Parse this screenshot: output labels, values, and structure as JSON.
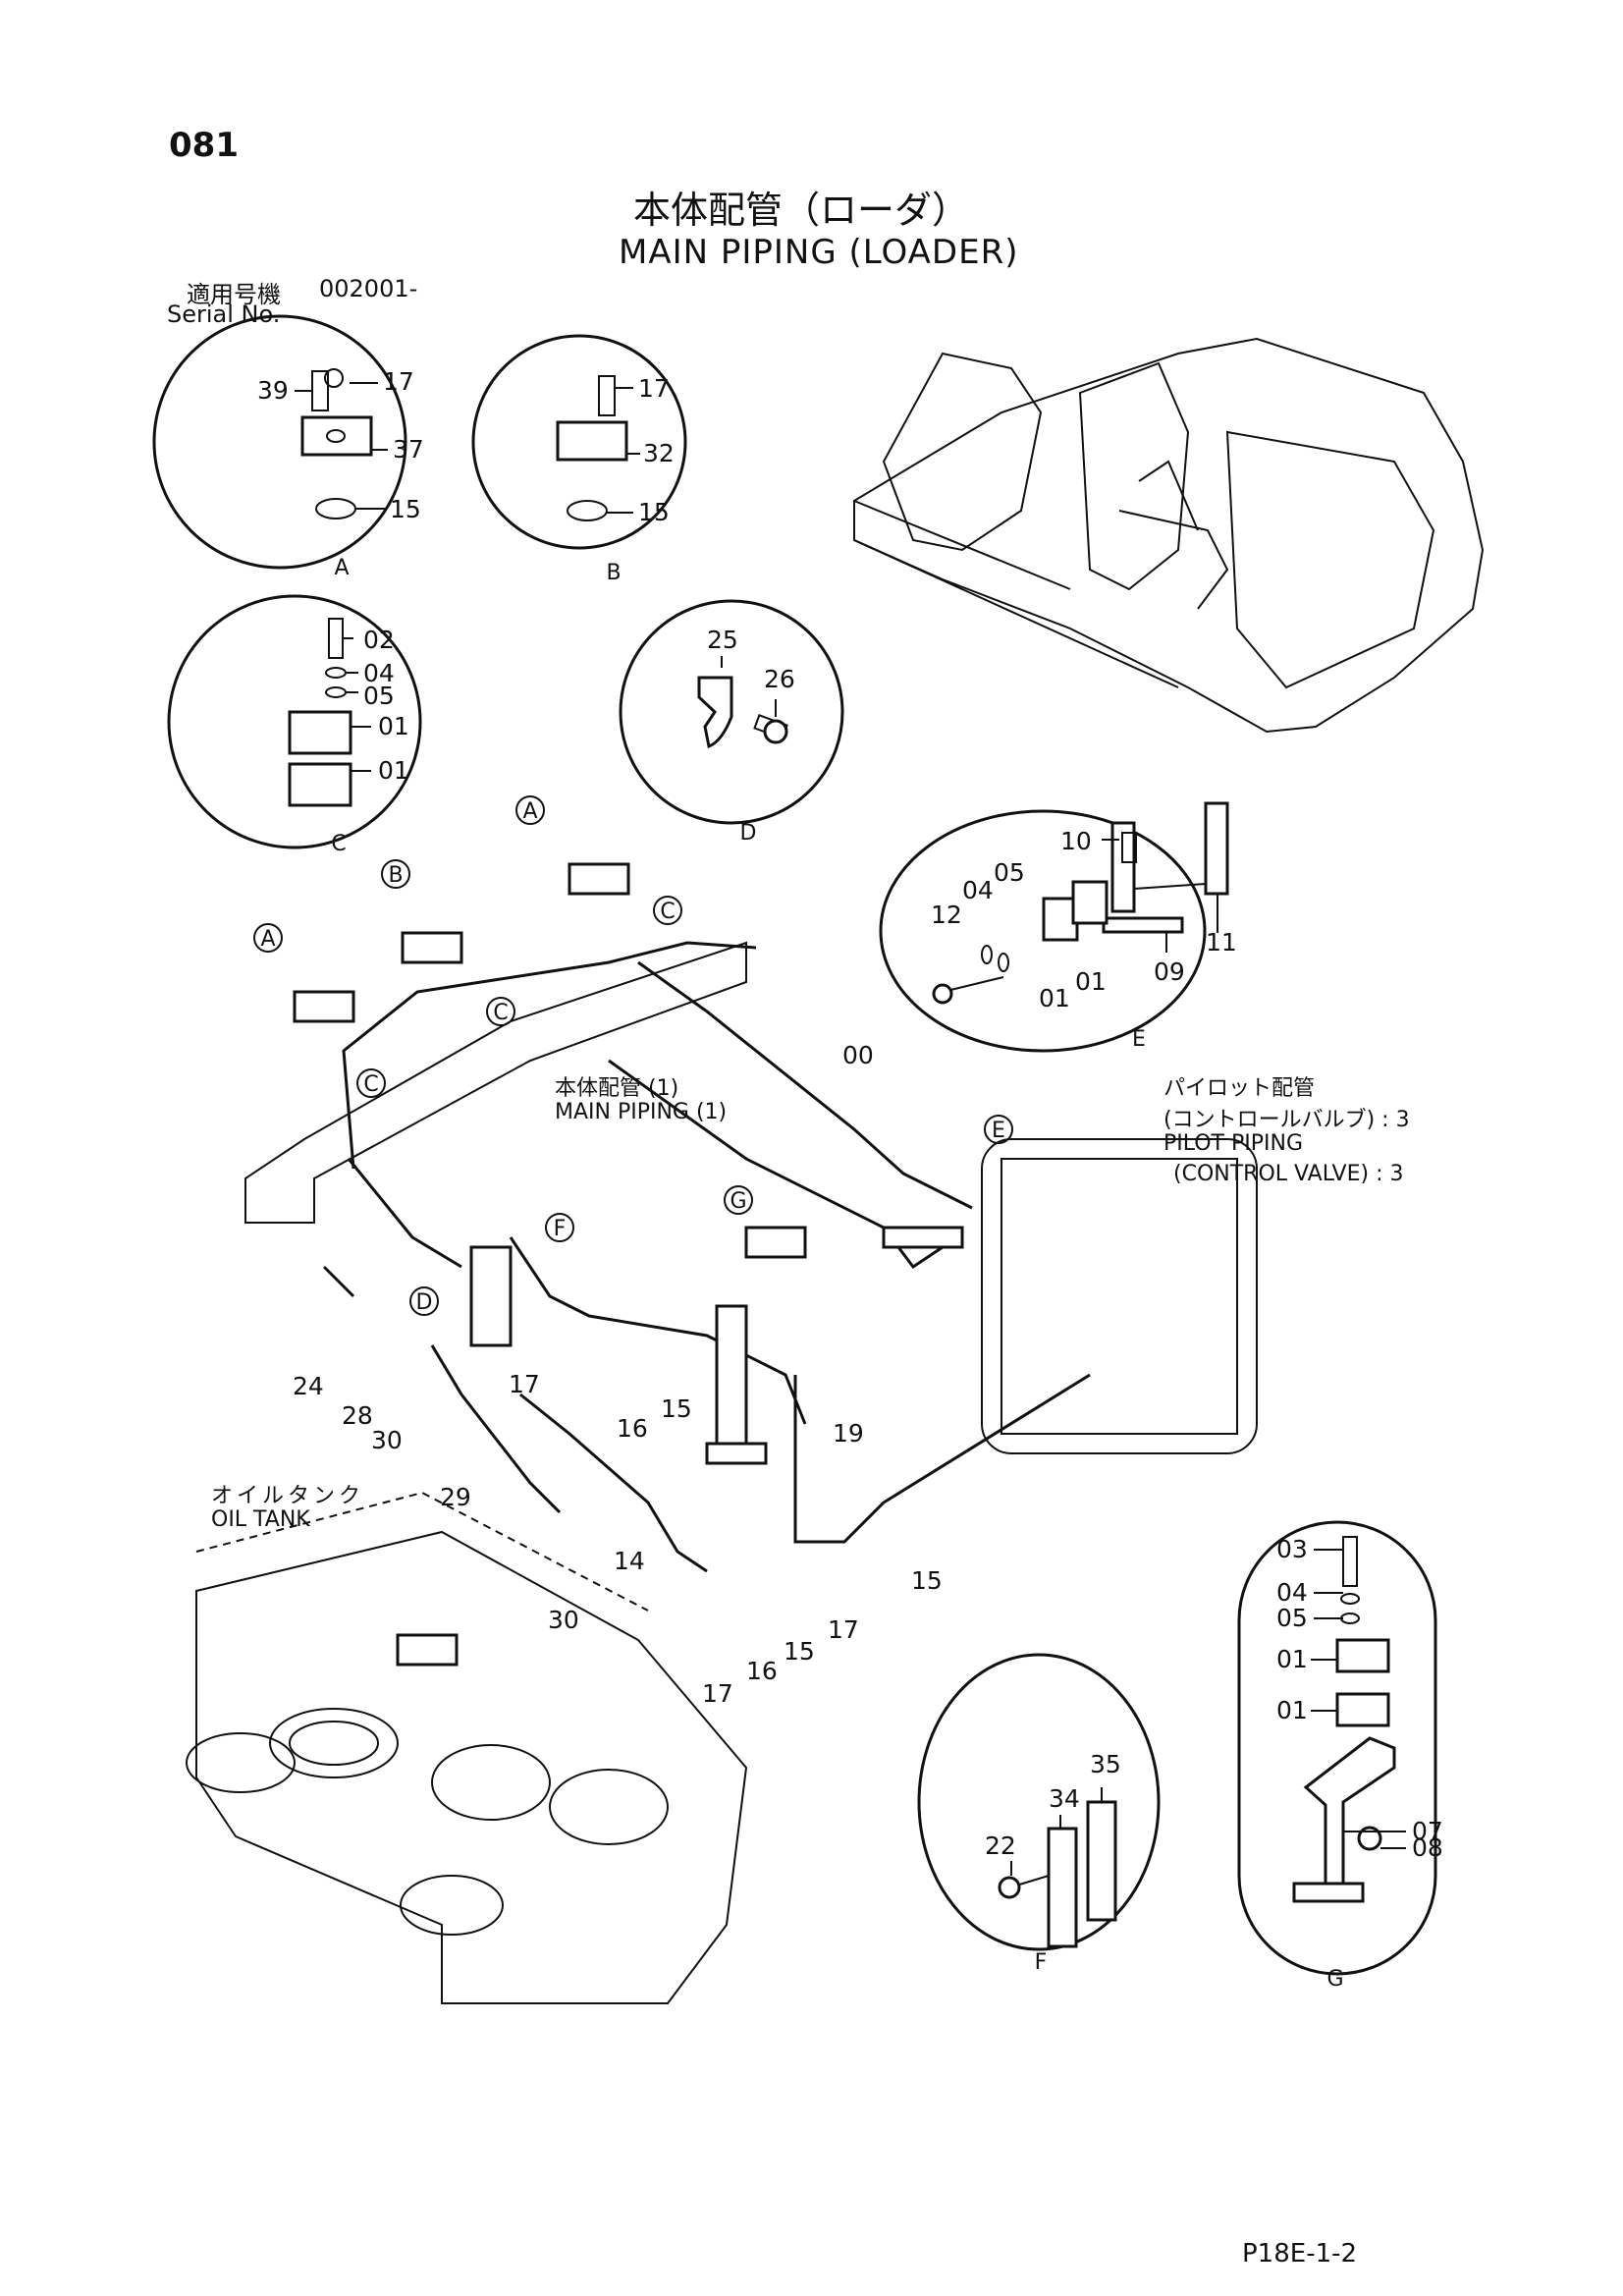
{
  "page": {
    "number": "081",
    "footer": "P18E-1-2"
  },
  "title": {
    "jp": "本体配管（ローダ）",
    "en": "MAIN PIPING (LOADER)"
  },
  "serial": {
    "jp": "適用号機",
    "value": "002001-",
    "en": "Serial No."
  },
  "annotations": {
    "main_piping_jp": "本体配管 (1)",
    "main_piping_en": "MAIN PIPING (1)",
    "pilot_jp": "パイロット配管",
    "pilot_jp2": "(コントロールバルブ) : 3",
    "pilot_en": "PILOT PIPING",
    "pilot_en2": "(CONTROL VALVE) : 3",
    "oil_tank_jp": "オイルタンク",
    "oil_tank_en": "OIL TANK"
  },
  "details": {
    "A": {
      "letter": "A",
      "parts": [
        "39",
        "17",
        "37",
        "15"
      ]
    },
    "B": {
      "letter": "B",
      "parts": [
        "17",
        "32",
        "15"
      ]
    },
    "C": {
      "letter": "C",
      "parts": [
        "02",
        "04",
        "05",
        "01",
        "01"
      ]
    },
    "D": {
      "letter": "D",
      "parts": [
        "25",
        "26"
      ]
    },
    "E": {
      "letter": "E",
      "parts": [
        "10",
        "12",
        "04",
        "05",
        "01",
        "01",
        "09",
        "11"
      ]
    },
    "F": {
      "letter": "F",
      "parts": [
        "34",
        "35",
        "22"
      ]
    },
    "G": {
      "letter": "G",
      "parts": [
        "03",
        "04",
        "05",
        "01",
        "01",
        "07",
        "08"
      ]
    }
  },
  "main_labels": {
    "p00": "00",
    "p24": "24",
    "p28": "28",
    "p30a": "30",
    "p29": "29",
    "p30b": "30",
    "p17a": "17",
    "p16a": "16",
    "p15a": "15",
    "p19": "19",
    "p14": "14",
    "p15b": "15",
    "p17b": "17",
    "p16b": "16",
    "p15c": "15",
    "p17c": "17"
  },
  "callouts": [
    "A",
    "B",
    "A",
    "C",
    "C",
    "C",
    "F",
    "G",
    "E",
    "D"
  ]
}
